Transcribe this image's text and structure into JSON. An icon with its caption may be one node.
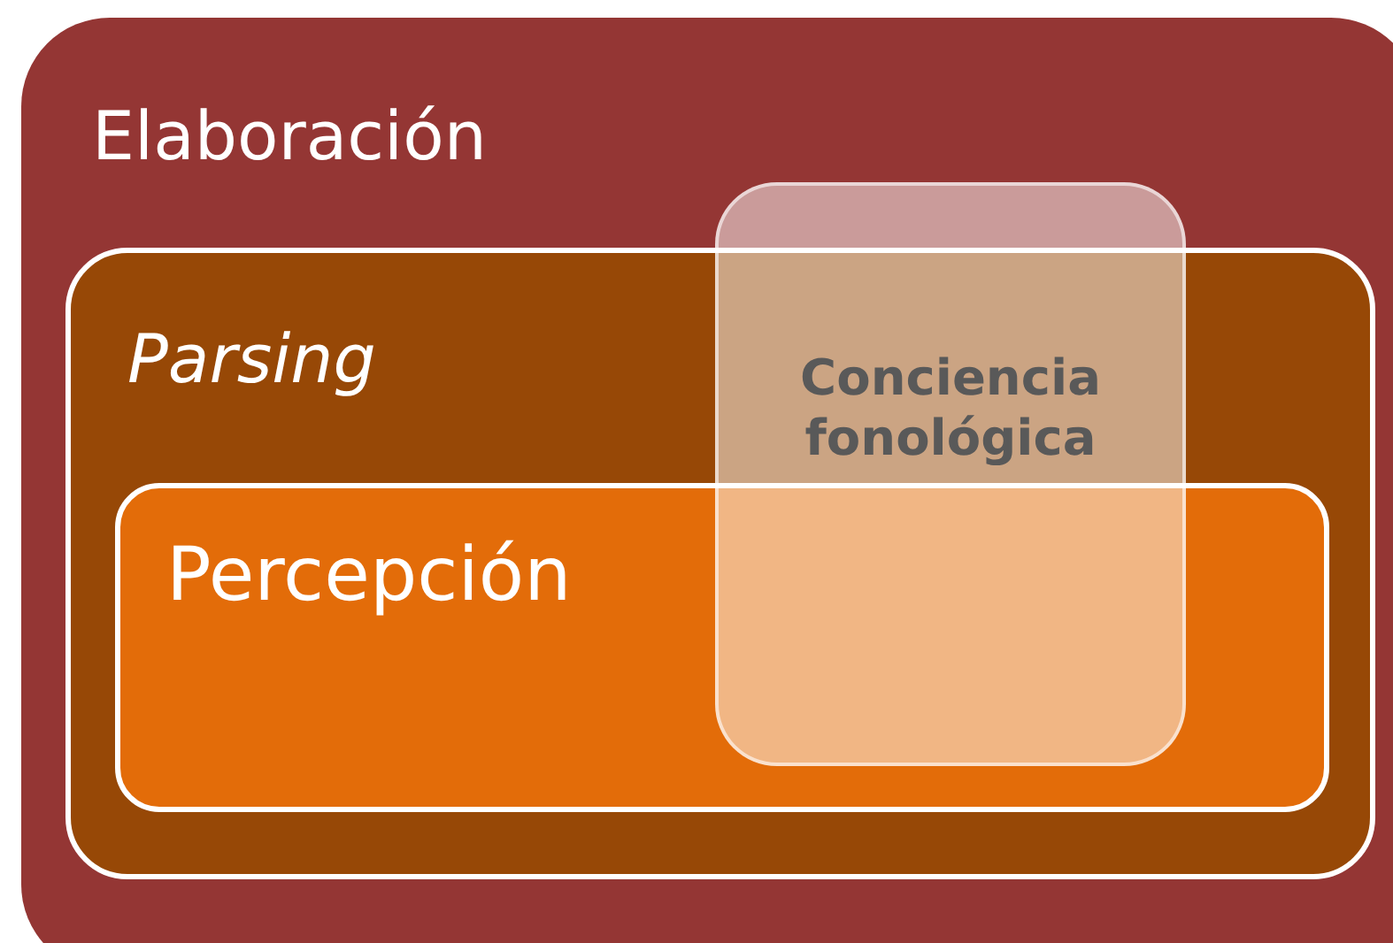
{
  "diagram": {
    "nodes": [
      {
        "text": [
          "Elaboración"
        ]
      },
      {
        "text": [
          "Parsing"
        ],
        "in": 0
      },
      {
        "text": [
          "Percepción"
        ],
        "in": 1
      },
      {
        "text": [
          "Conciencia fonológica"
        ],
        "in": 0
      }
    ]
  }
}
